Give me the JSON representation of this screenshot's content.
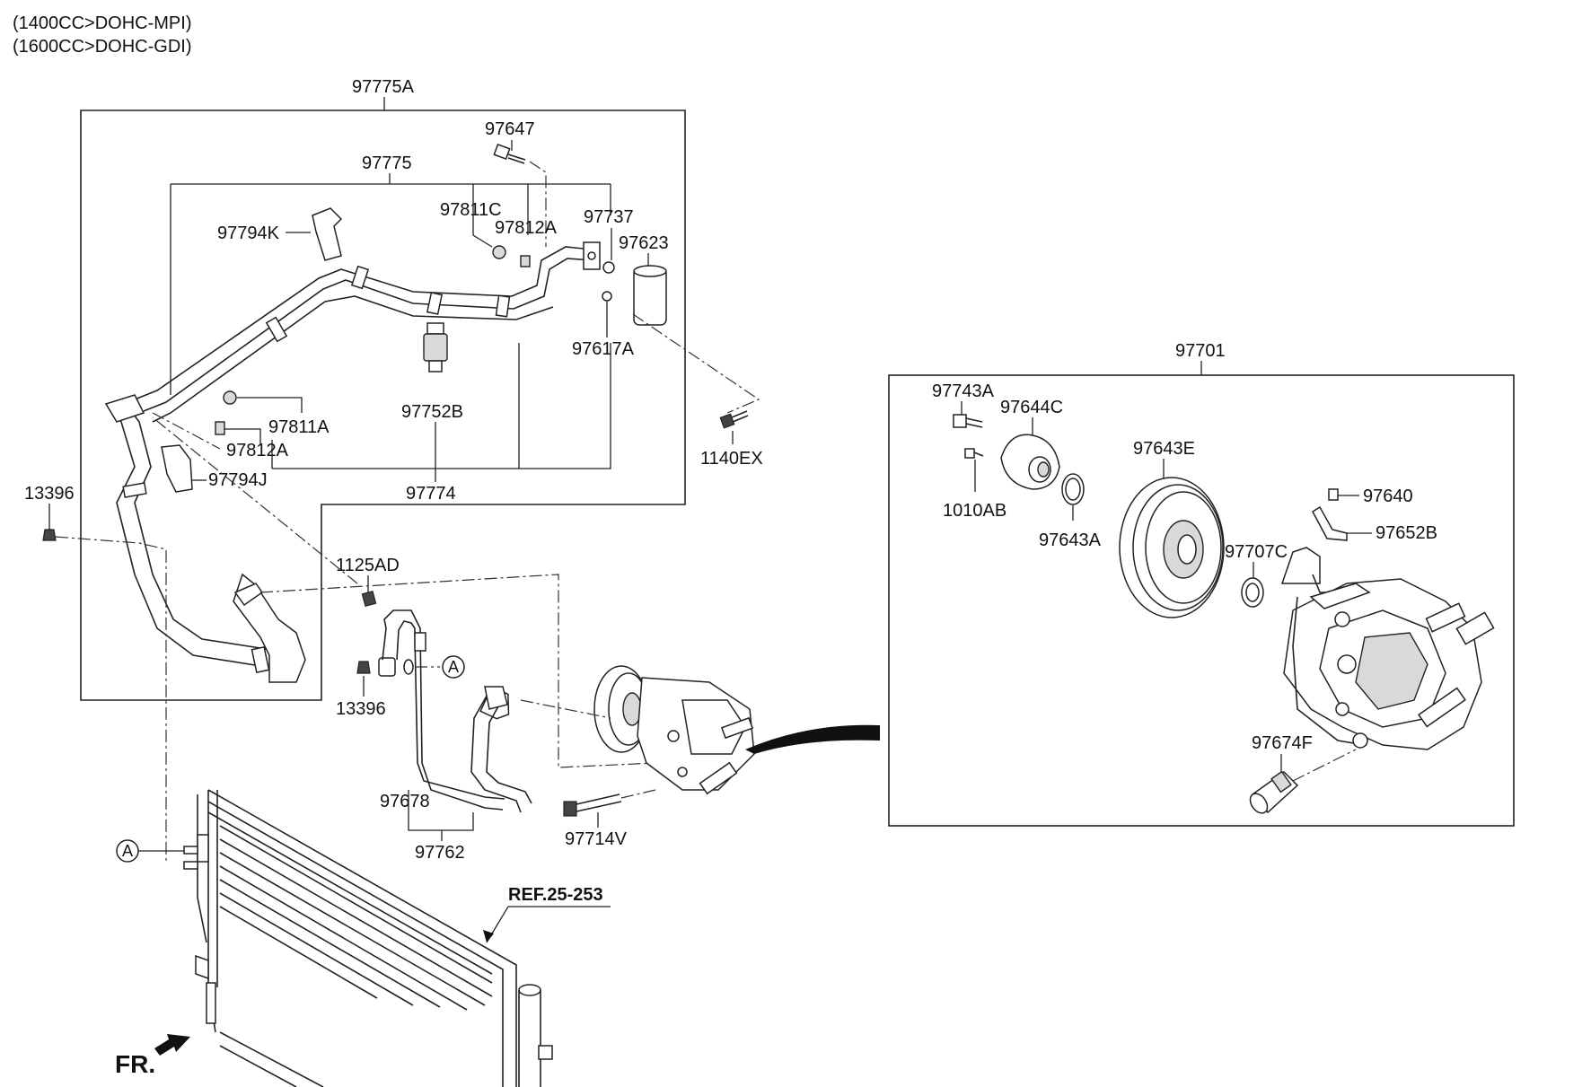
{
  "header": {
    "engine_1": "(1400CC>DOHC-MPI)",
    "engine_2": "(1600CC>DOHC-GDI)"
  },
  "labels": {
    "hose_assy": "97775A",
    "pipe_upper": "97775",
    "bolt_97647": "97647",
    "nut_97811c": "97811C",
    "valve_97812a_top": "97812A",
    "oring_97737": "97737",
    "cap_97623": "97623",
    "clamp_97794k": "97794K",
    "oring_97617a": "97617A",
    "switch_97752b": "97752B",
    "nut_97811a": "97811A",
    "valve_97812a_low": "97812A",
    "bracket_97794j": "97794J",
    "pipe_lower": "97774",
    "bolt_1140ex": "1140EX",
    "bolt_13396_left": "13396",
    "bolt_1125ad": "1125AD",
    "bolt_13396_mid": "13396",
    "hose_97678": "97678",
    "hose_assy_97762": "97762",
    "bolt_97714v": "97714V",
    "compressor_assy": "97701",
    "bolt_97743a": "97743A",
    "hub_97644c": "97644C",
    "pulley_97643e": "97643E",
    "bolt_1010ab": "1010AB",
    "ring_97643a": "97643A",
    "screw_97640": "97640",
    "bracket_97652b": "97652B",
    "seal_97707c": "97707C",
    "valve_97674f": "97674F",
    "reference": "REF.25-253",
    "front": "FR.",
    "connector_a": "A"
  },
  "colors": {
    "line": "#222222",
    "background": "#ffffff"
  }
}
